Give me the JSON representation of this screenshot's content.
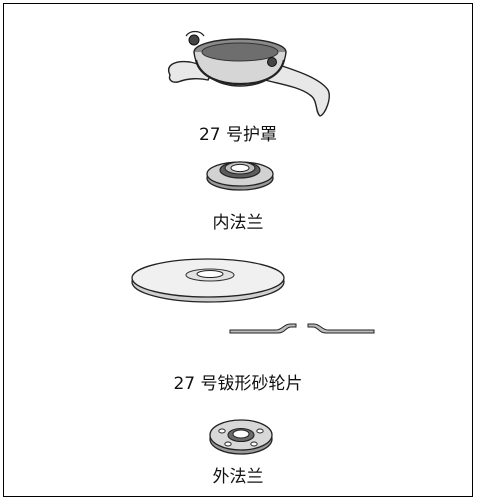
{
  "parts": {
    "guard": {
      "label": "27 号护罩"
    },
    "inner_flange": {
      "label": "内法兰"
    },
    "disc": {
      "label": "27 号钹形砂轮片"
    },
    "outer_flange": {
      "label": "外法兰"
    }
  },
  "colors": {
    "line": "#222222",
    "fill_light": "#f2f2f2",
    "fill_mid": "#c8c8c8",
    "fill_dark": "#7a7a7a"
  }
}
